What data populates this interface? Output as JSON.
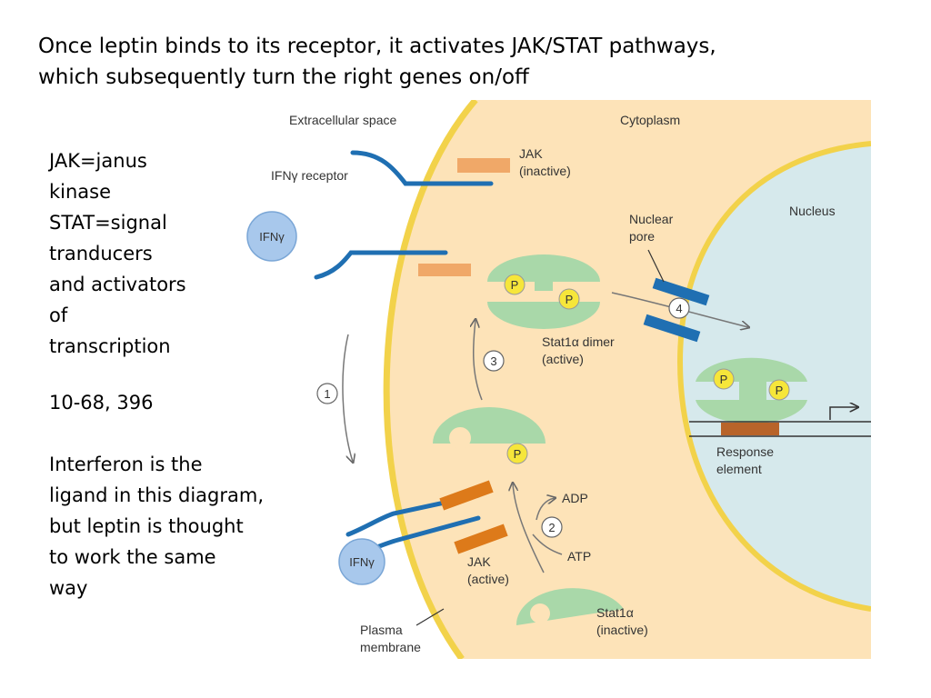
{
  "slide": {
    "title_lines": [
      "Once leptin binds to its receptor, it activates JAK/STAT pathways,",
      "which subsequently turn the right genes on/off"
    ],
    "definitions_lines": [
      "JAK=janus",
      "kinase",
      "STAT=signal",
      "tranducers",
      "and activators",
      "of",
      "transcription"
    ],
    "reference": "10-68, 396",
    "note_lines": [
      "Interferon is the",
      "ligand in this diagram,",
      "but leptin is thought",
      "to work the same",
      "way"
    ]
  },
  "diagram": {
    "labels": {
      "extracellular_space": "Extracellular space",
      "cytoplasm": "Cytoplasm",
      "nucleus": "Nucleus",
      "ifn_receptor": "IFNγ receptor",
      "jak_inactive_1": "JAK",
      "jak_inactive_2": "(inactive)",
      "ifn_free": "IFNγ",
      "ifn_bound": "IFNγ",
      "nuclear_pore_1": "Nuclear",
      "nuclear_pore_2": "pore",
      "stat_dimer_1": "Stat1α dimer",
      "stat_dimer_2": "(active)",
      "jak_active_1": "JAK",
      "jak_active_2": "(active)",
      "adp": "ADP",
      "atp": "ATP",
      "stat_inactive_1": "Stat1α",
      "stat_inactive_2": "(inactive)",
      "response_1": "Response",
      "response_2": "element",
      "membrane_1": "Plasma",
      "membrane_2": "membrane",
      "phospho": "P"
    },
    "steps": [
      "1",
      "2",
      "3",
      "4"
    ],
    "colors": {
      "cytoplasm": "#fde3b8",
      "membrane": "#f2d24a",
      "nucleus": "#d6e9ec",
      "receptor": "#1f6fb2",
      "jak_inactive": "#f0a868",
      "jak_active": "#dd7a1a",
      "stat": "#a9d8a9",
      "phosphate": "#f6e63a",
      "ifn": "#a8c8ec",
      "response_element": "#b8642a"
    }
  }
}
